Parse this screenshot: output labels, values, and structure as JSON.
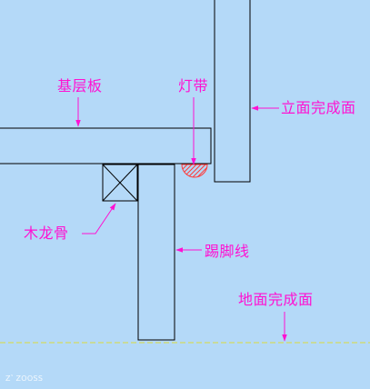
{
  "labels": {
    "base_board": "基层板",
    "light_strip": "灯带",
    "wall_finish": "立面完成面",
    "wood_keel": "木龙骨",
    "skirting": "踢脚线",
    "floor_finish": "地面完成面"
  },
  "watermark": "Zʽ ZOOSS",
  "colors": {
    "background": "#b4d9f8",
    "label": "#ff11d2",
    "outline": "#000000",
    "light_strip": "#ff3a3a",
    "floor_line": "#dcdc3c"
  },
  "legend_icons": {
    "keel": "cross-box-icon",
    "light": "hatched-semicircle-icon"
  }
}
